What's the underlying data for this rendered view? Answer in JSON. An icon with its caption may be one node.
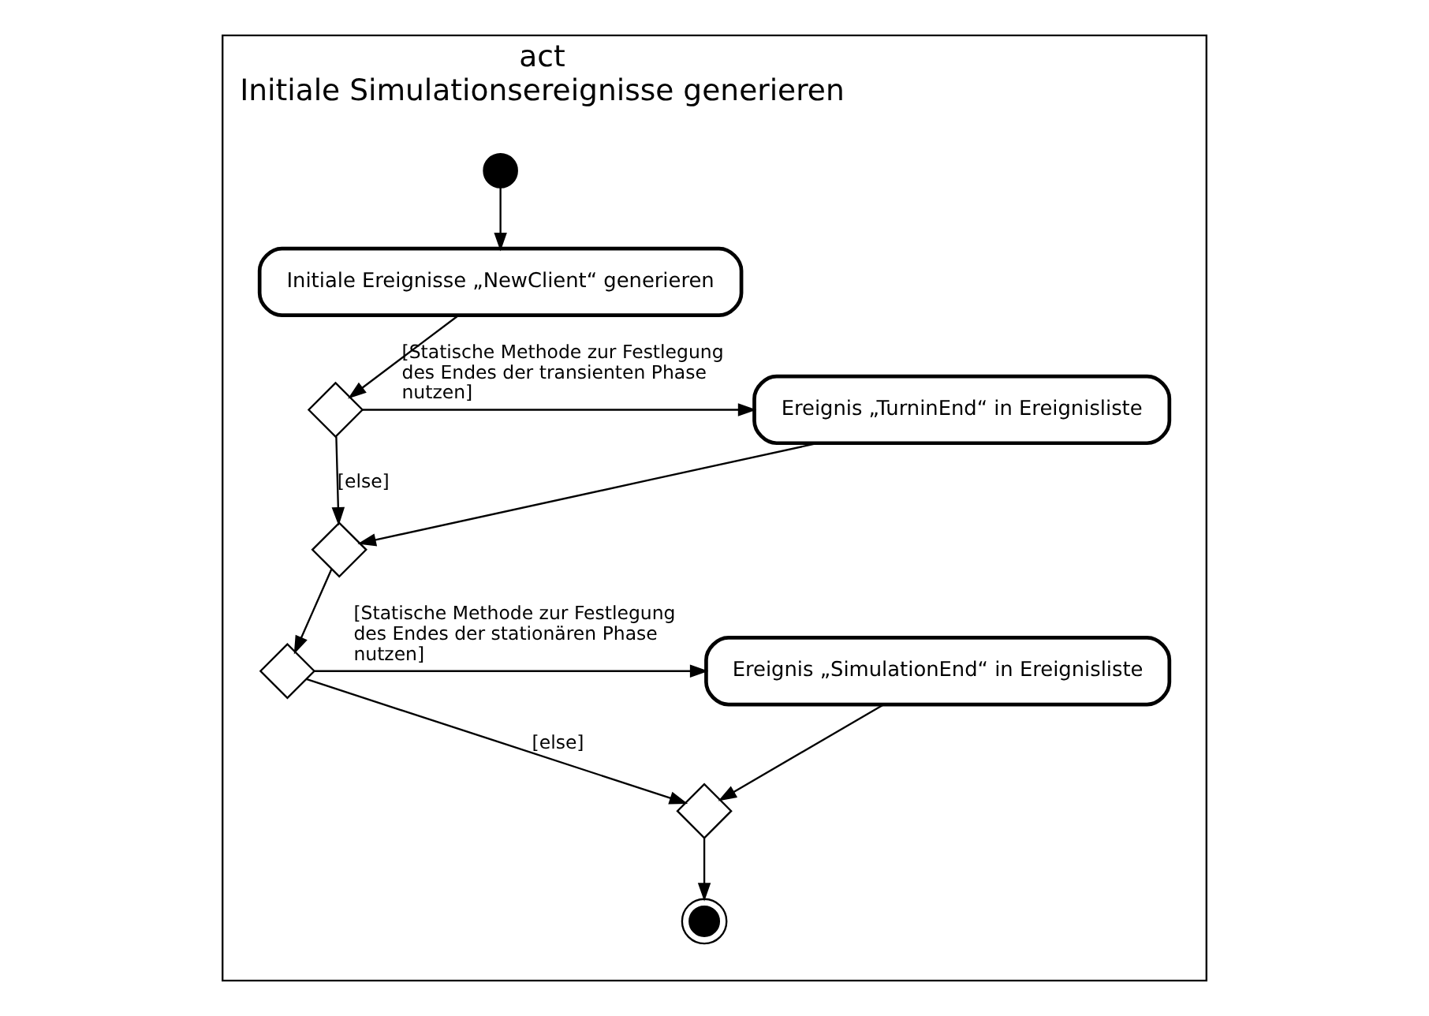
{
  "diagram": {
    "nodes": [
      {
        "text": [
          "act",
          "Initiale Simulationsereignisse generieren"
        ]
      },
      {
        "text": [],
        "shape": "circle",
        "in": 0
      },
      {
        "text": [
          "Initiale Ereignisse „NewClient“ generieren"
        ],
        "in": 0
      },
      {
        "text": [],
        "shape": "diamond",
        "in": 0
      },
      {
        "text": [
          "Ereignis „TurninEnd“ in Ereignisliste"
        ],
        "in": 0
      },
      {
        "text": [],
        "shape": "diamond",
        "in": 0
      },
      {
        "text": [],
        "shape": "diamond",
        "in": 0
      },
      {
        "text": [
          "Ereignis „SimulationEnd“ in Ereignisliste"
        ],
        "in": 0
      },
      {
        "text": [],
        "shape": "diamond",
        "in": 0
      },
      {
        "text": [],
        "shape": "bullseye",
        "in": 0
      }
    ],
    "edges": [
      {
        "from": 1,
        "to": 2,
        "arrow": "to"
      },
      {
        "from": 2,
        "to": 3,
        "arrow": "to"
      },
      {
        "from": 3,
        "to": 4,
        "arrow": "to",
        "label": "[Statische Methode zur Festlegung des Endes der transienten Phase nutzen]"
      },
      {
        "from": 3,
        "to": 5,
        "arrow": "to",
        "label": "[else]"
      },
      {
        "from": 4,
        "to": 5,
        "arrow": "to"
      },
      {
        "from": 5,
        "to": 6,
        "arrow": "to"
      },
      {
        "from": 6,
        "to": 7,
        "arrow": "to",
        "label": "[Statische Methode zur Festlegung des Endes der stationären Phase nutzen]"
      },
      {
        "from": 6,
        "to": 8,
        "arrow": "to",
        "label": "[else]"
      },
      {
        "from": 7,
        "to": 8,
        "arrow": "to"
      },
      {
        "from": 8,
        "to": 9,
        "arrow": "to"
      }
    ]
  }
}
